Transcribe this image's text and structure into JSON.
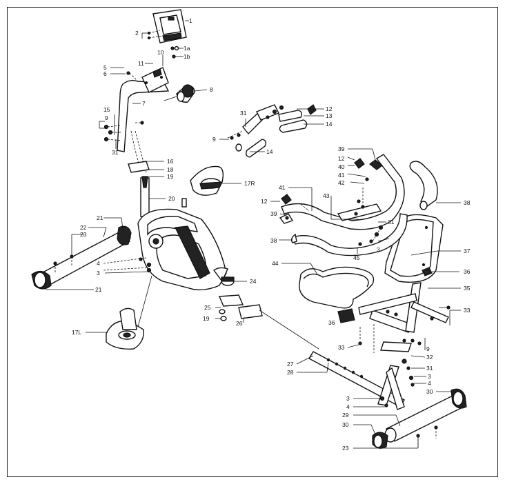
{
  "labels": {
    "p1": "1",
    "p1a": "1a",
    "p1b": "1b",
    "p2": "2",
    "p5": "5",
    "p6": "6",
    "p10": "10",
    "p11": "11",
    "p8": "8",
    "p7": "7",
    "p15": "15",
    "p9a": "9",
    "p31a": "31",
    "p31b": "31",
    "p9b": "9",
    "p12a": "12",
    "p13": "13",
    "p14a": "14",
    "p14b": "14",
    "p16": "16",
    "p18": "18",
    "p19a": "19",
    "p17R": "17R",
    "p20": "20",
    "p39a": "39",
    "p12b": "12",
    "p40": "40",
    "p41a": "41",
    "p42": "42",
    "p41b": "41",
    "p12c": "12",
    "p39b": "39",
    "p43": "43",
    "p31c": "31",
    "p38a": "38",
    "p38b": "38",
    "p45": "45",
    "p3a": "3",
    "p37": "37",
    "p21a": "21",
    "p22": "22",
    "p23a": "23",
    "p4a": "4",
    "p3b": "3",
    "p21b": "21",
    "p44": "44",
    "p36a": "36",
    "p35": "35",
    "p24": "24",
    "p33a": "33",
    "p25": "25",
    "p19b": "19",
    "p26": "26",
    "p36b": "36",
    "p17L": "17L",
    "p33b": "33",
    "p9c": "9",
    "p32": "32",
    "p31d": "31",
    "p27": "27",
    "p28": "28",
    "p3c": "3",
    "p4b": "4",
    "p30a": "30",
    "p3d": "3",
    "p4c": "4",
    "p29": "29",
    "p30b": "30",
    "p23b": "23"
  }
}
